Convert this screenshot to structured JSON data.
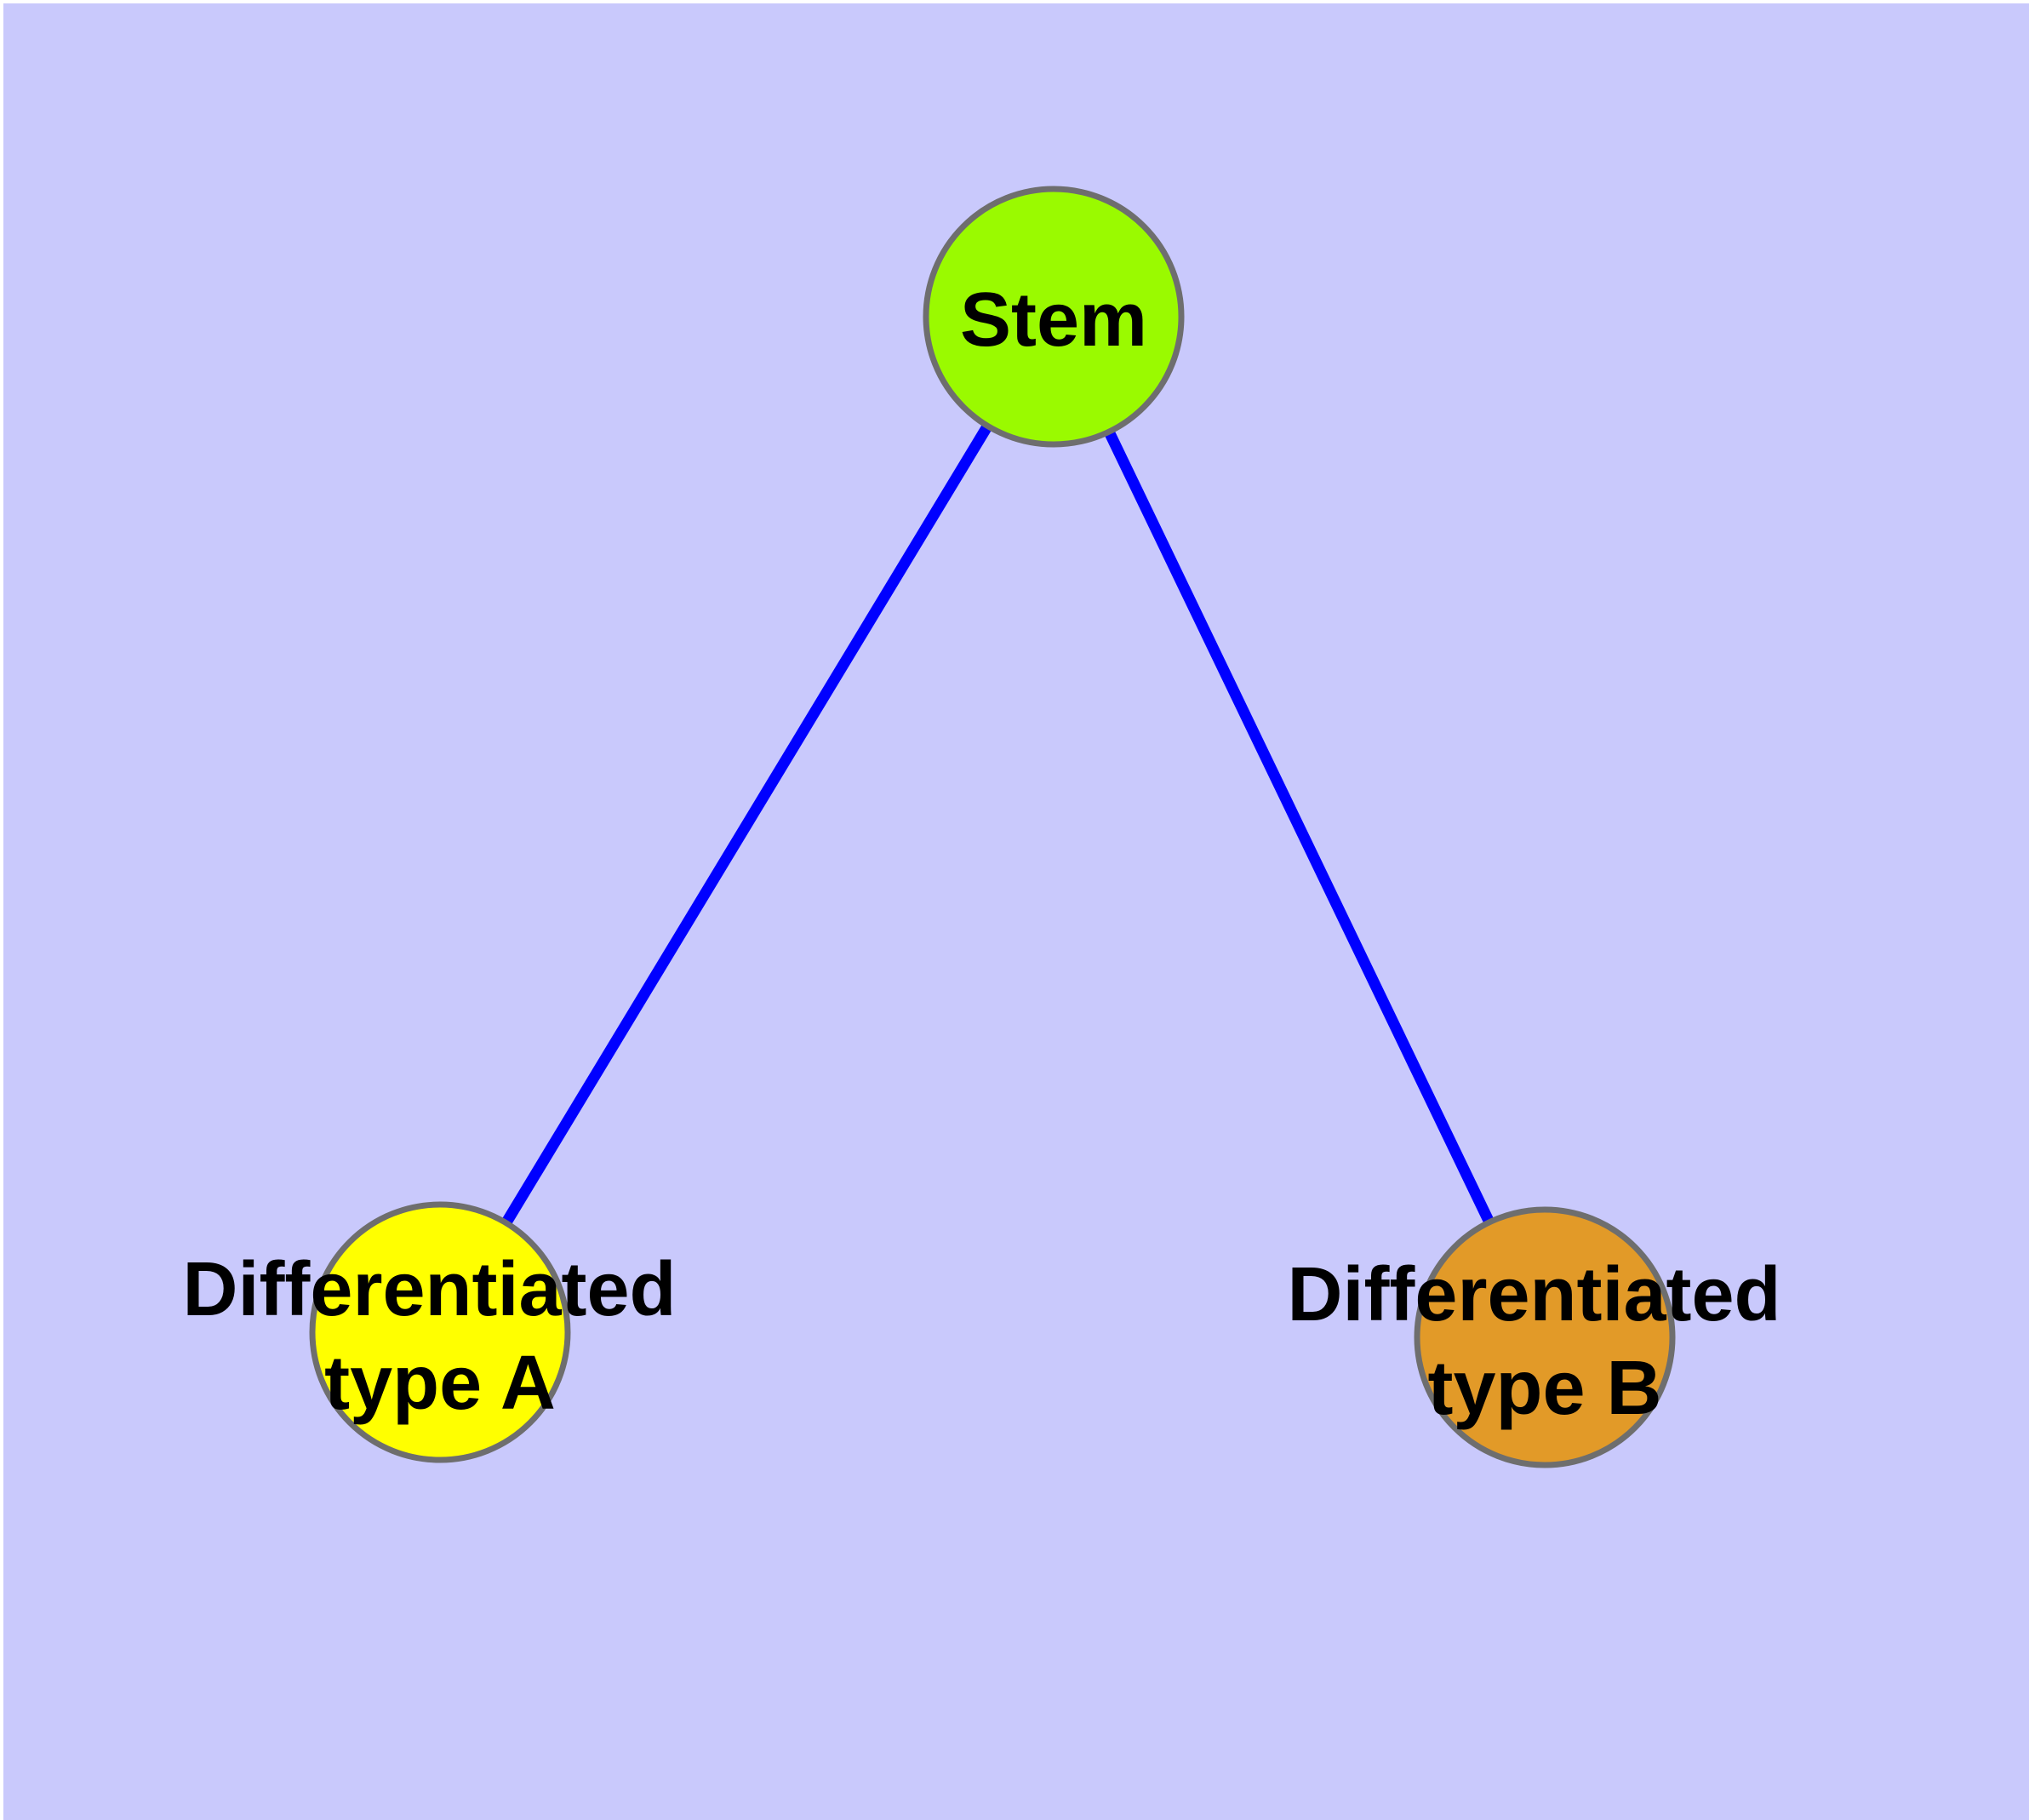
{
  "diagram": {
    "background_color": "#c9c9fc",
    "margin_color": "#ffffff",
    "edge_color": "#0000ff",
    "node_border_color": "#6e6e6e",
    "text_color": "#000000",
    "nodes": [
      {
        "id": "stem",
        "label": "Stem",
        "label_lines": [
          "Stem"
        ],
        "color": "#9afa00"
      },
      {
        "id": "differentiated-type-a",
        "label": "Differentiated type A",
        "label_lines": [
          "Differentiated",
          "type A"
        ],
        "color": "#ffff00"
      },
      {
        "id": "differentiated-type-b",
        "label": "Differentiated type B",
        "label_lines": [
          "Differentiated",
          "type B"
        ],
        "color": "#e29a28"
      }
    ],
    "edges": [
      {
        "from": "Stem",
        "to": "Differentiated type A"
      },
      {
        "from": "Stem",
        "to": "Differentiated type B"
      }
    ]
  }
}
